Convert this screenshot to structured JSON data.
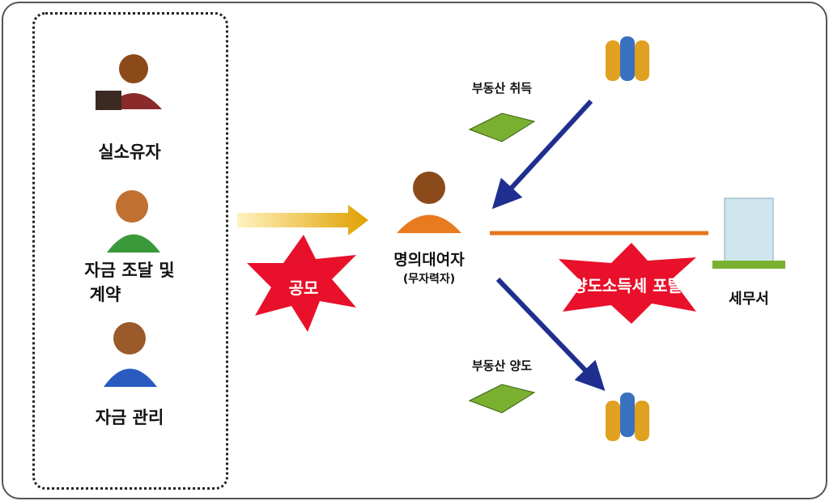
{
  "group": {
    "owner": "실소유자",
    "funding": "자금 조달 및",
    "contract": "계약",
    "management": "자금 관리"
  },
  "conspiracy": "공모",
  "nominee": {
    "name": "명의대여자",
    "note": "(무자력자)"
  },
  "acquire": "부동산 취득",
  "transfer": "부동산 양도",
  "evasion": "양도소득세 포탈",
  "tax_office": "세무서",
  "colors": {
    "orange": "#e8741a",
    "blue": "#1f2f8f",
    "red": "#e8102a"
  }
}
